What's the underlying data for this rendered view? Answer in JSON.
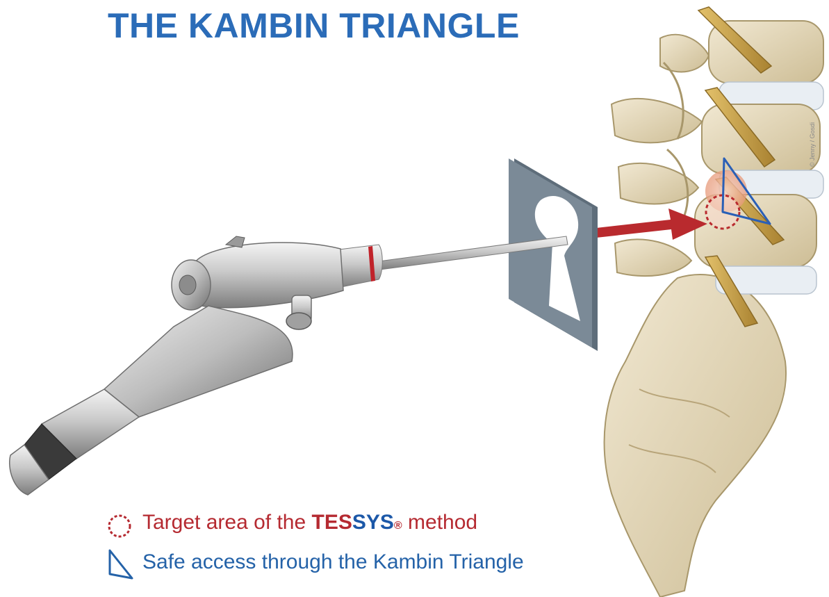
{
  "title": "THE KAMBIN TRIANGLE",
  "legend": {
    "target": {
      "prefix": "Target area of the ",
      "brand_part1": "TES",
      "brand_part2": "SYS",
      "registered": "®",
      "suffix": " method",
      "icon": "dotted-circle-icon"
    },
    "safe_access": {
      "text": "Safe access through the Kambin Triangle",
      "icon": "triangle-outline-icon"
    }
  },
  "credit": "© Jenny / Gosdi",
  "colors": {
    "title_blue": "#2b6cb8",
    "legend_text_red": "#b52a31",
    "legend_text_blue": "#2462a8",
    "brand_blue": "#1c58a8",
    "arrow_red": "#b92a2e",
    "triangle_blue": "#2a5fb6",
    "bone": "#e8dcc0",
    "nerve_gold": "#c9a24a",
    "plate_gray": "#6c7a86"
  }
}
